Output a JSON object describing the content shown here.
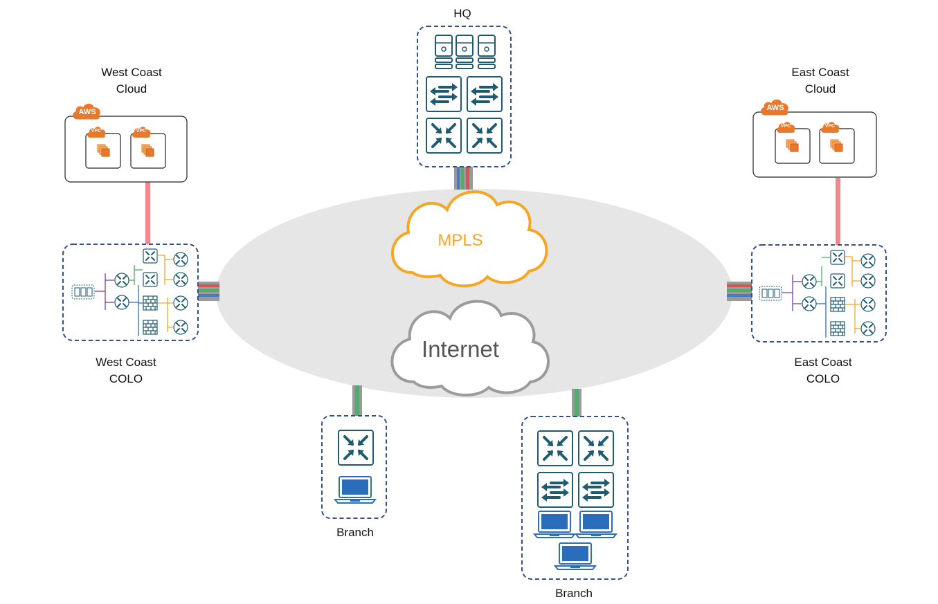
{
  "labels": {
    "hq": "HQ",
    "west_cloud": [
      "West Coast",
      "Cloud"
    ],
    "east_cloud": [
      "East Coast",
      "Cloud"
    ],
    "west_colo": [
      "West Coast",
      "COLO"
    ],
    "east_colo": [
      "East Coast",
      "COLO"
    ],
    "branch_left": "Branch",
    "branch_right": "Branch"
  },
  "clouds": {
    "mpls": "MPLS",
    "internet": "Internet"
  },
  "badges": {
    "aws": "AWS",
    "vpc": "VPC"
  },
  "colors": {
    "mpls_cloud": "#f5a623",
    "internet_cloud": "#9b9b9b",
    "ellipse_fill": "#e6e6e6",
    "site_border": "#2f4f8f",
    "device_teal": "#1e5a70",
    "laptop_blue": "#2a6ebb",
    "aws_orange": "#e8782a",
    "link_pink": "#f4868c",
    "link_red": "#d9534f",
    "link_green": "#4cae6a",
    "link_blue": "#4a78c2",
    "link_gray": "#9a9a9a"
  },
  "icons": [
    "server-rack-icon",
    "switch-icon",
    "router-icon",
    "firewall-icon",
    "laptop-icon",
    "aws-cloud-icon",
    "vpc-icon",
    "instance-icon"
  ]
}
